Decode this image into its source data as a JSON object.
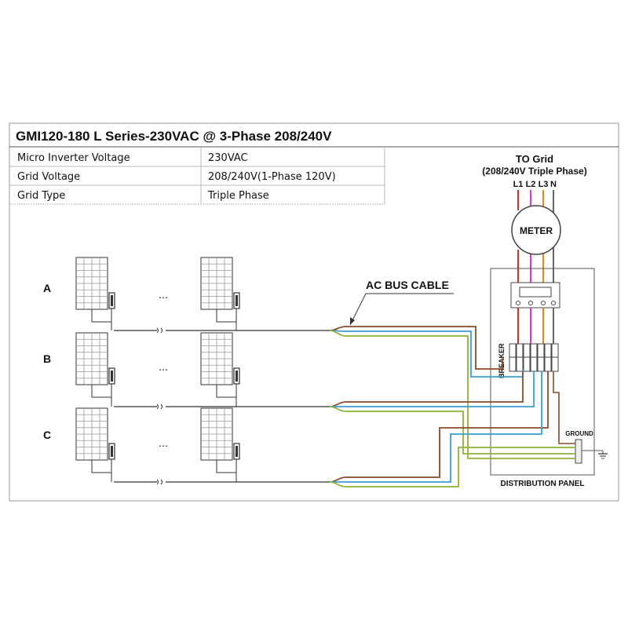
{
  "title": "GMI120-180 L Series-230VAC @ 3-Phase 208/240V",
  "spec_table": [
    {
      "label": "Micro Inverter Voltage",
      "value": "230VAC"
    },
    {
      "label": "Grid  Voltage",
      "value": "208/240V(1-Phase 120V)"
    },
    {
      "label": "Grid Type",
      "value": "Triple Phase"
    }
  ],
  "grid": {
    "title_line1": "TO Grid",
    "title_line2": "(208/240V Triple Phase)",
    "lines": [
      "L1",
      "L2",
      "L3",
      "N"
    ]
  },
  "meter_label": "METER",
  "breaker_label": "BREAKER",
  "ground_label": "GROUND",
  "panel_label": "DISTRIBUTION PANEL",
  "ac_bus_label": "AC BUS CABLE",
  "rows": [
    {
      "label": "A"
    },
    {
      "label": "B"
    },
    {
      "label": "C"
    }
  ],
  "ellipsis_text": "…",
  "wire_colors": {
    "L1": "#c0392b",
    "L2": "#d63ad6",
    "L3": "#e08a1e",
    "N": "#555555",
    "brown": "#8b4a2b",
    "blue": "#3a9fd6",
    "green": "#8fb33a"
  }
}
